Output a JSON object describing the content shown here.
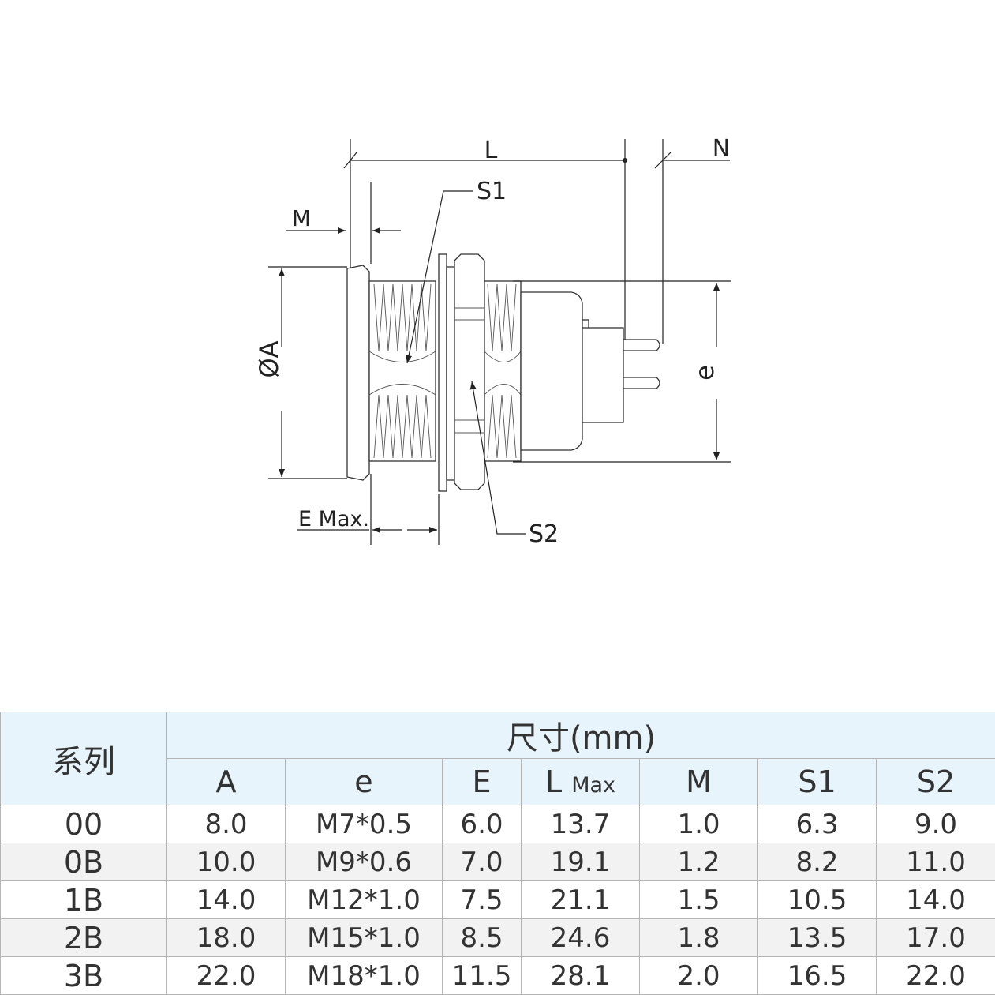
{
  "drawing": {
    "labels": {
      "L": "L",
      "N": "N",
      "S1": "S1",
      "M": "M",
      "phiA": "ØA",
      "e": "e",
      "E": "E Max.",
      "S2": "S2"
    }
  },
  "table": {
    "series_header": "系列",
    "dimension_header": "尺寸(mm)",
    "columns": [
      {
        "main": "A",
        "sub": ""
      },
      {
        "main": "e",
        "sub": ""
      },
      {
        "main": "E",
        "sub": ""
      },
      {
        "main": "L",
        "sub": "Max"
      },
      {
        "main": "M",
        "sub": ""
      },
      {
        "main": "S1",
        "sub": ""
      },
      {
        "main": "S2",
        "sub": ""
      }
    ],
    "rows": [
      {
        "series": "00",
        "values": [
          "8.0",
          "M7*0.5",
          "6.0",
          "13.7",
          "1.0",
          "6.3",
          "9.0"
        ]
      },
      {
        "series": "0B",
        "values": [
          "10.0",
          "M9*0.6",
          "7.0",
          "19.1",
          "1.2",
          "8.2",
          "11.0"
        ]
      },
      {
        "series": "1B",
        "values": [
          "14.0",
          "M12*1.0",
          "7.5",
          "21.1",
          "1.5",
          "10.5",
          "14.0"
        ]
      },
      {
        "series": "2B",
        "values": [
          "18.0",
          "M15*1.0",
          "8.5",
          "24.6",
          "1.8",
          "13.5",
          "17.0"
        ]
      },
      {
        "series": "3B",
        "values": [
          "22.0",
          "M18*1.0",
          "11.5",
          "28.1",
          "2.0",
          "16.5",
          "22.0"
        ]
      }
    ]
  }
}
